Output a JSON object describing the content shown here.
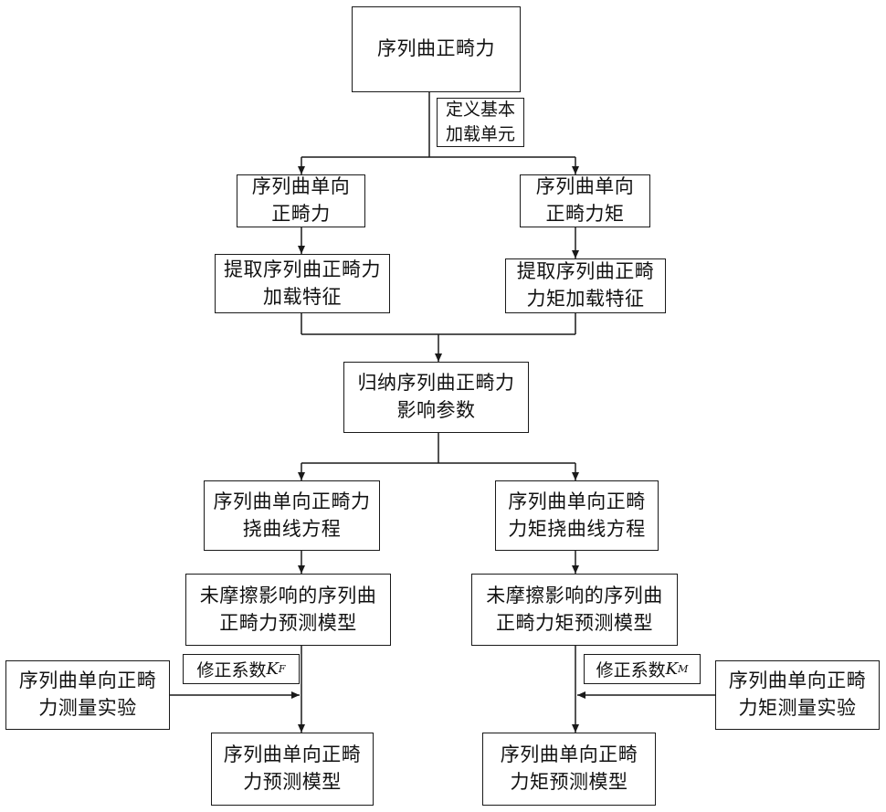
{
  "nodes": {
    "root": [
      "序列曲正畸力"
    ],
    "force": [
      "序列曲单向",
      "正畸力"
    ],
    "moment": [
      "序列曲单向",
      "正畸力矩"
    ],
    "extract_force": [
      "提取序列曲正畸力",
      "加载特征"
    ],
    "extract_moment": [
      "提取序列曲正畸",
      "力矩加载特征"
    ],
    "summarize": [
      "归纳序列曲正畸力",
      "影响参数"
    ],
    "deflection_force": [
      "序列曲单向正畸力",
      "挠曲线方程"
    ],
    "deflection_moment": [
      "序列曲单向正畸",
      "力矩挠曲线方程"
    ],
    "model_force_nofric": [
      "未摩擦影响的序列曲",
      "正畸力预测模型"
    ],
    "model_moment_nofric": [
      "未摩擦影响的序列曲",
      "正畸力矩预测模型"
    ],
    "exp_force": [
      "序列曲单向正畸",
      "力测量实验"
    ],
    "exp_moment": [
      "序列曲单向正畸",
      "力矩测量实验"
    ],
    "final_force": [
      "序列曲单向正畸",
      "力预测模型"
    ],
    "final_moment": [
      "序列曲单向正畸",
      "力矩预测模型"
    ]
  },
  "edge_labels": {
    "define_unit": [
      "定义基本",
      "加载单元"
    ],
    "correction_force": {
      "text": "修正系数",
      "symbol": "K",
      "subscript": "F"
    },
    "correction_moment": {
      "text": "修正系数",
      "symbol": "K",
      "subscript": "M"
    }
  },
  "colors": {
    "line": "#1a1a1a",
    "text": "#111111",
    "background": "#ffffff"
  }
}
